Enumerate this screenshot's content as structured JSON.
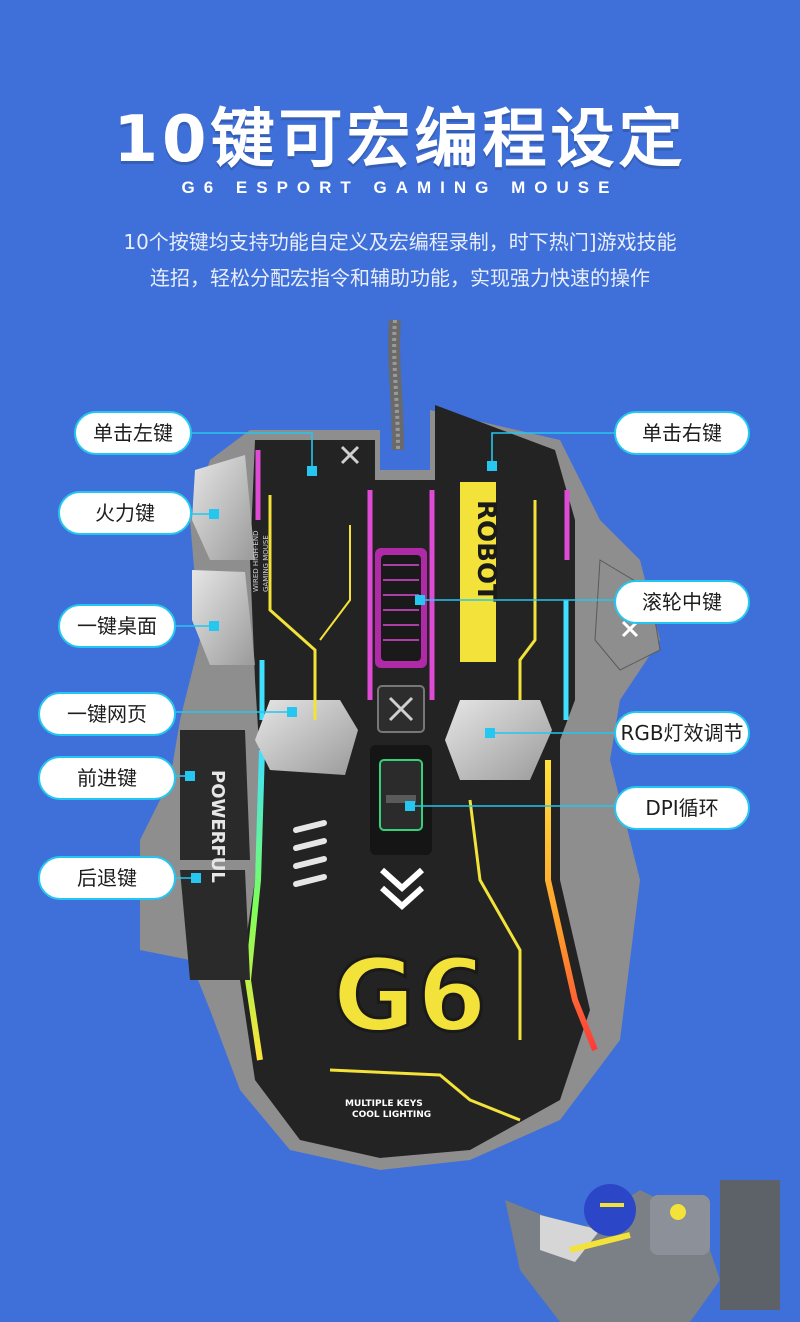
{
  "header": {
    "title": "10键可宏编程设定",
    "subtitle": "G6 ESPORT GAMING MOUSE",
    "description_line1": "10个按键均支持功能自定义及宏编程录制，时下热门]游戏技能",
    "description_line2": "连招，轻松分配宏指令和辅助功能，实现强力快速的操作"
  },
  "callouts": {
    "left_click": "单击左键",
    "fire_key": "火力键",
    "desktop_key": "一键桌面",
    "webpage_key": "一键网页",
    "forward_key": "前进键",
    "back_key": "后退键",
    "right_click": "单击右键",
    "scroll_middle": "滚轮中键",
    "rgb_light": "RGB灯效调节",
    "dpi_cycle": "DPI循环"
  },
  "mouse_text": {
    "robot": "ROBOT",
    "powerful": "POWERFUL",
    "model": "G6",
    "tagline1": "MULTIPLE KEYS",
    "tagline2": "COOL LIGHTING",
    "small1": "WIRED HIGH-END",
    "small2": "GAMING MOUSE"
  },
  "colors": {
    "background": "#3f6fd8",
    "callout_border": "#25c6f0",
    "mouse_body": "#222222",
    "accent_yellow": "#f2e23a",
    "accent_pink": "#e04bd6"
  }
}
